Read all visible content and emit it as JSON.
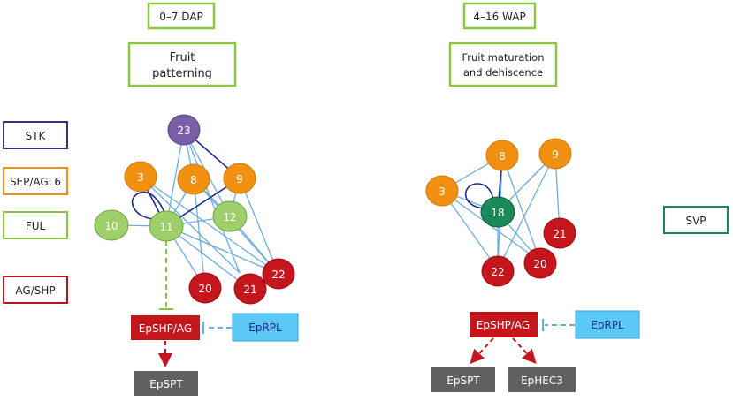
{
  "stages": {
    "left_time": "0–7 DAP",
    "left_process": [
      "Fruit",
      "patterning"
    ],
    "right_time": "4–16 WAP",
    "right_process": [
      "Fruit maturation",
      "and dehiscence"
    ]
  },
  "legend": {
    "stk": "STK",
    "sep": "SEP/AGL6",
    "ful": "FUL",
    "ag": "AG/SHP",
    "svp": "SVP"
  },
  "colors": {
    "stk": "#7b5ea7",
    "sep": "#f29111",
    "ful": "#9fcf6a",
    "ag": "#c5161d",
    "svp": "#1a8a5a",
    "edge_light": "#6aaee0",
    "edge_dark": "#1c2b8f",
    "regulator": "#c5161d",
    "repressor": "#5bc8f5",
    "target": "#606060"
  },
  "left_network": {
    "n23": "23",
    "n3": "3",
    "n8": "8",
    "n9": "9",
    "n10": "10",
    "n11": "11",
    "n12": "12",
    "n20": "20",
    "n21": "21",
    "n22": "22"
  },
  "right_network": {
    "n8": "8",
    "n9": "9",
    "n3": "3",
    "n18": "18",
    "n21": "21",
    "n22": "22",
    "n20": "20"
  },
  "left_cascade": {
    "regulator": "EpSHP/AG",
    "repressor": "EpRPL",
    "target": "EpSPT"
  },
  "right_cascade": {
    "regulator": "EpSHP/AG",
    "repressor": "EpRPL",
    "target1": "EpSPT",
    "target2": "EpHEC3"
  }
}
